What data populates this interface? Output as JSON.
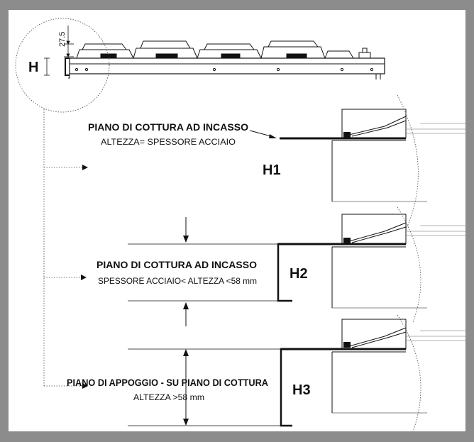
{
  "colors": {
    "frame": "#8c8c8c",
    "panel": "#ffffff",
    "ink": "#111111",
    "light_ink": "#9a9a9a"
  },
  "top_view": {
    "dim_vertical": "27.5",
    "h_label": "H"
  },
  "sections": [
    {
      "title": "PIANO DI COTTURA AD INCASSO",
      "subtitle": "ALTEZZA= SPESSORE ACCIAIO",
      "label": "H1"
    },
    {
      "title": "PIANO DI COTTURA AD INCASSO",
      "subtitle": "SPESSORE ACCIAIO< ALTEZZA <58 mm",
      "label": "H2"
    },
    {
      "title": "PIANO DI APPOGGIO - SU PIANO DI COTTURA",
      "subtitle": "ALTEZZA >58 mm",
      "label": "H3"
    }
  ]
}
